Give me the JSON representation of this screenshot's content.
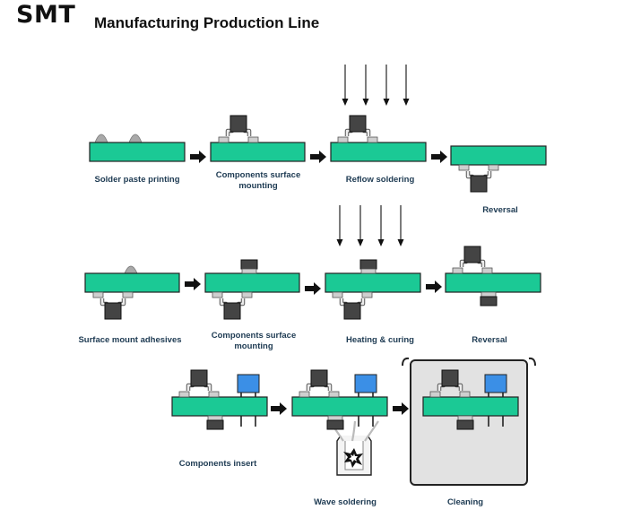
{
  "header": {
    "brand": "SMT",
    "title": "Manufacturing Production Line"
  },
  "labels": {
    "solder_paste_printing": "Solder paste printing",
    "components_surface_mounting_1a": "Components surface",
    "components_surface_mounting_1b": "mounting",
    "reflow_soldering": "Reflow soldering",
    "reversal_1": "Reversal",
    "surface_mount_adhesives": "Surface mount adhesives",
    "components_surface_mounting_2a": "Components surface",
    "components_surface_mounting_2b": "mounting",
    "heating_curing": "Heating & curing",
    "reversal_2": "Reversal",
    "components_insert": "Components insert",
    "wave_soldering": "Wave soldering",
    "cleaning": "Cleaning"
  },
  "colors": {
    "board": "#1bc995",
    "chip": "#444444",
    "capacitor": "#3b8fe6",
    "label": "#1d3a52"
  }
}
